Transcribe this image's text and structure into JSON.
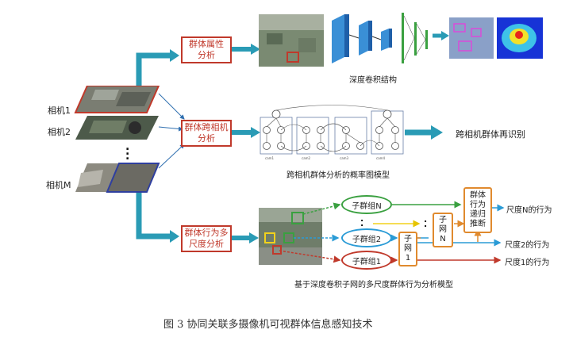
{
  "cameras": [
    "相机1",
    "相机2",
    "相机M"
  ],
  "boxes": {
    "attr": "群体属性\n分析",
    "cross": "群体跨相机\n分析",
    "behavior": "群体行为多\n尺度分析"
  },
  "captions": {
    "cnn": "深度卷积结构",
    "pgm": "跨相机群体分析的概率图模型",
    "msm": "基于深度卷积子网的多尺度群体行为分析模型"
  },
  "reid_output": "跨相机群体再识别",
  "subgroups": [
    "子群组N",
    "子群组2",
    "子群组1"
  ],
  "subnets": [
    "子\n网\nN",
    "子\n网\n1"
  ],
  "recursive_box": "群体\n行为\n递归\n推断",
  "outputs": [
    "尺度N的行为",
    "尺度2的行为",
    "尺度1的行为"
  ],
  "figure_caption": "图 3  协同关联多摄像机可视群体信息感知技术",
  "colors": {
    "teal": "#2a9bb5",
    "red": "#c0392b",
    "green": "#3aa040",
    "blue": "#2f6fb0",
    "orange": "#e08a2e",
    "yellow": "#f2d21c"
  }
}
